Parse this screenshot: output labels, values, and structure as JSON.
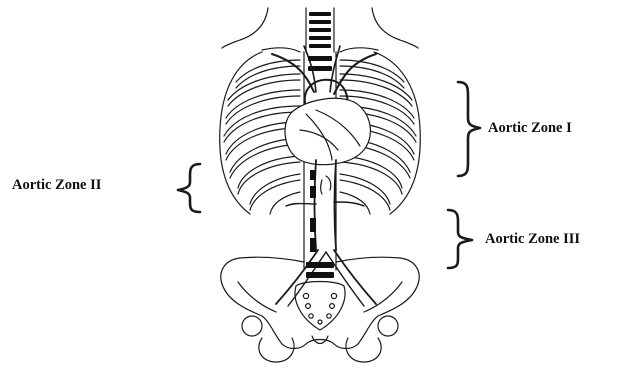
{
  "diagram": {
    "zones": [
      {
        "id": "zone-1",
        "label": "Aortic Zone I"
      },
      {
        "id": "zone-2",
        "label": "Aortic Zone II"
      },
      {
        "id": "zone-3",
        "label": "Aortic Zone III"
      }
    ],
    "colors": {
      "line": "#1a1a1a",
      "background": "#ffffff",
      "bone_fill": "#ffffff",
      "dark_disc": "#111111"
    }
  }
}
